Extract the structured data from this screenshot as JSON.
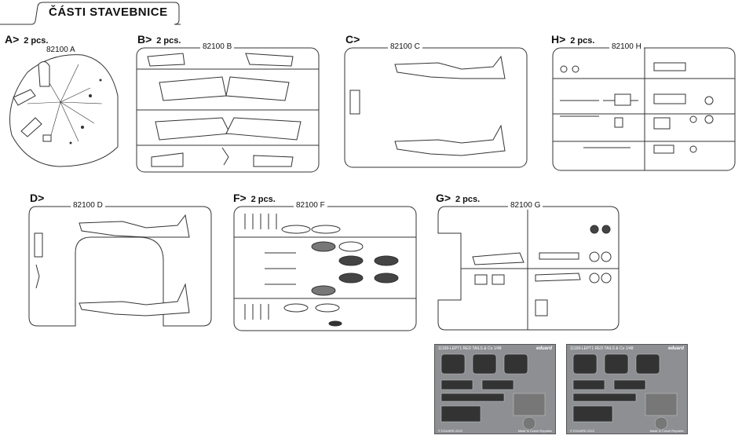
{
  "title": "ČÁSTI STAVEBNICE",
  "sprues": [
    {
      "letter": "A>",
      "qty": "2 pcs.",
      "code": "82100 A"
    },
    {
      "letter": "B>",
      "qty": "2 pcs.",
      "code": "82100 B"
    },
    {
      "letter": "C>",
      "qty": "",
      "code": "82100 C"
    },
    {
      "letter": "H>",
      "qty": "2 pcs.",
      "code": "82100 H"
    },
    {
      "letter": "D>",
      "qty": "",
      "code": "82100 D"
    },
    {
      "letter": "F>",
      "qty": "2 pcs.",
      "code": "82100 F"
    },
    {
      "letter": "G>",
      "qty": "2 pcs.",
      "code": "82100 G"
    }
  ],
  "pe_sheets": [
    {
      "header": "11169-LEPT1 RED TAILS & Co   1/48",
      "brand": "eduard",
      "copyright": "© EDUARD 2022",
      "made": "Made in Czech Republic"
    },
    {
      "header": "11169-LEPT1 RED TAILS & Co   1/48",
      "brand": "eduard",
      "copyright": "© EDUARD 2022",
      "made": "Made in Czech Republic"
    }
  ]
}
